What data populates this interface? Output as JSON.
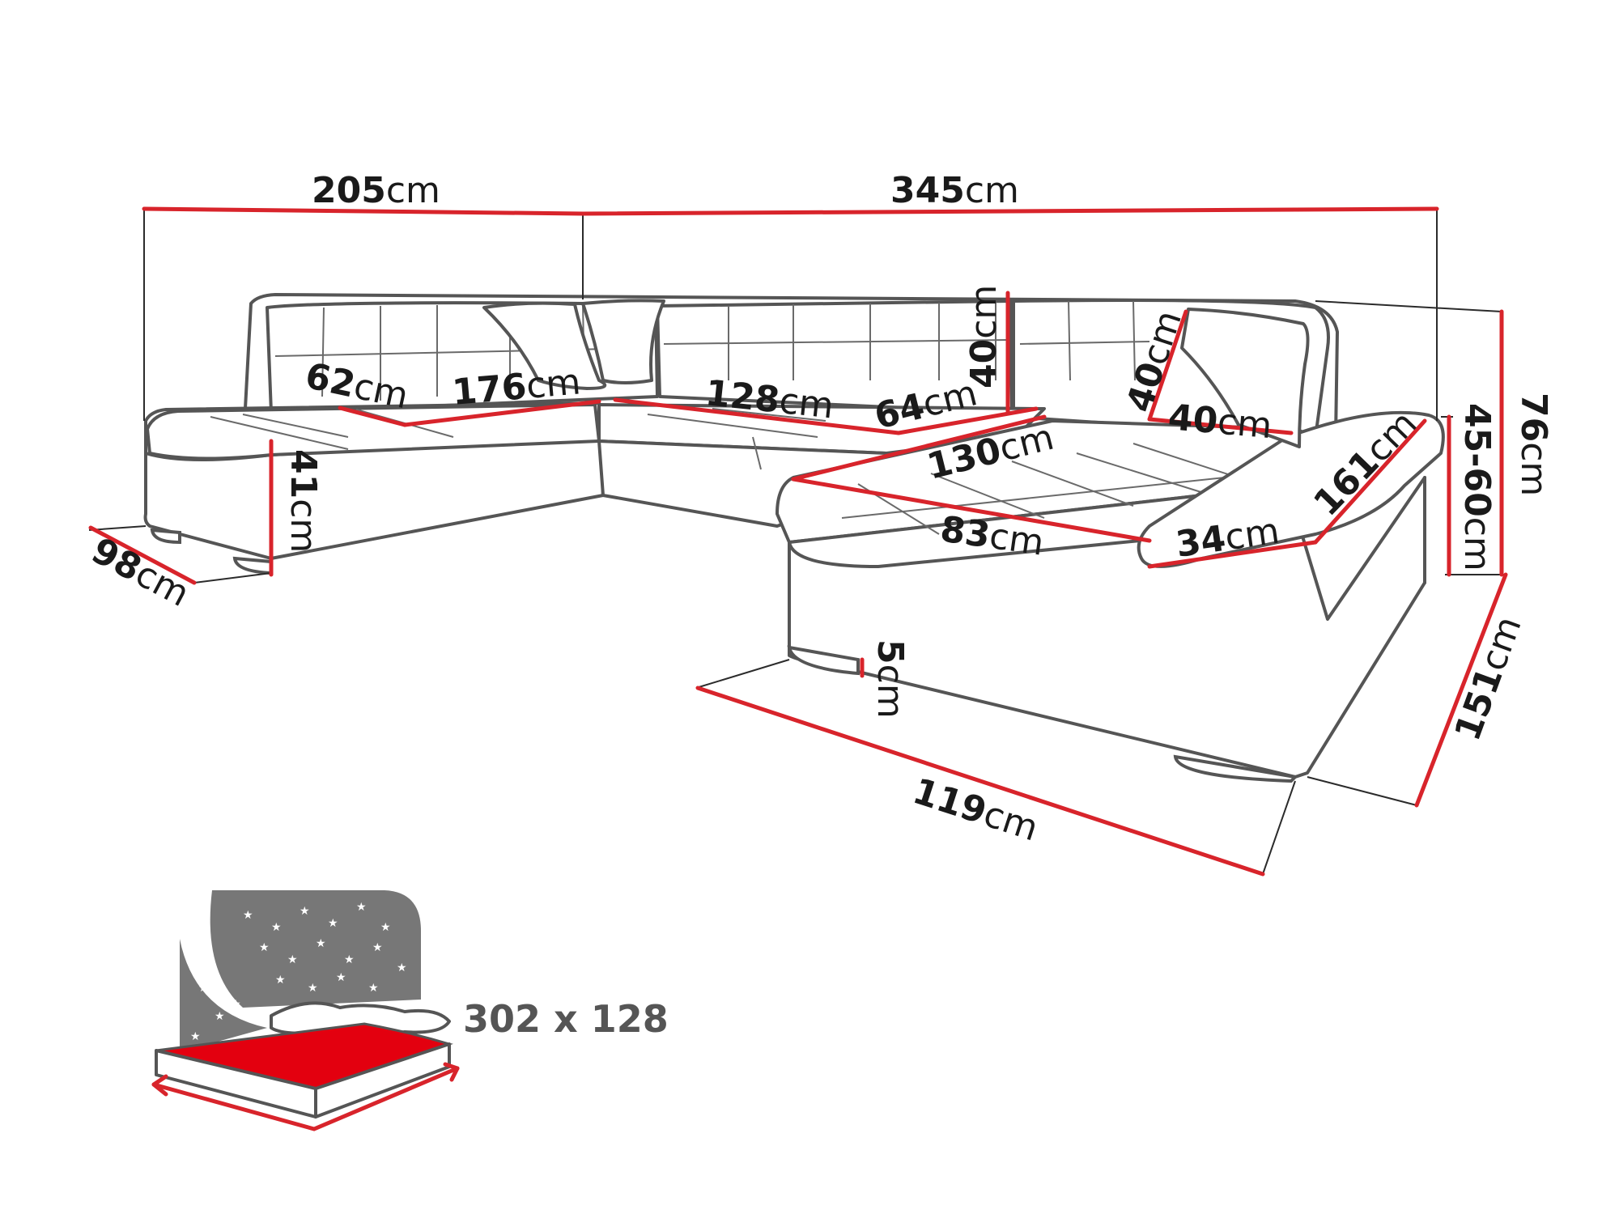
{
  "dimensions": {
    "d205": {
      "value": "205",
      "unit": "cm"
    },
    "d345": {
      "value": "345",
      "unit": "cm"
    },
    "d62": {
      "value": "62",
      "unit": "cm"
    },
    "d176": {
      "value": "176",
      "unit": "cm"
    },
    "d128": {
      "value": "128",
      "unit": "cm"
    },
    "d64": {
      "value": "64",
      "unit": "cm"
    },
    "d40a": {
      "value": "40",
      "unit": "cm"
    },
    "d40b": {
      "value": "40",
      "unit": "cm"
    },
    "d40c": {
      "value": "40",
      "unit": "cm"
    },
    "d130": {
      "value": "130",
      "unit": "cm"
    },
    "d83": {
      "value": "83",
      "unit": "cm"
    },
    "d34": {
      "value": "34",
      "unit": "cm"
    },
    "d161": {
      "value": "161",
      "unit": "cm"
    },
    "d41": {
      "value": "41",
      "unit": "cm"
    },
    "d98": {
      "value": "98",
      "unit": "cm"
    },
    "d5": {
      "value": "5",
      "unit": "cm"
    },
    "d119": {
      "value": "119",
      "unit": "cm"
    },
    "d151": {
      "value": "151",
      "unit": "cm"
    },
    "d4560": {
      "value": "45-60",
      "unit": "cm"
    },
    "d76": {
      "value": "76",
      "unit": "cm"
    }
  },
  "bed": {
    "size_label": "302 x 128"
  },
  "colors": {
    "dimension_line": "#d8242b",
    "outline": "#555555",
    "bed_surface": "#e3000f",
    "night_panel": "#777777"
  }
}
